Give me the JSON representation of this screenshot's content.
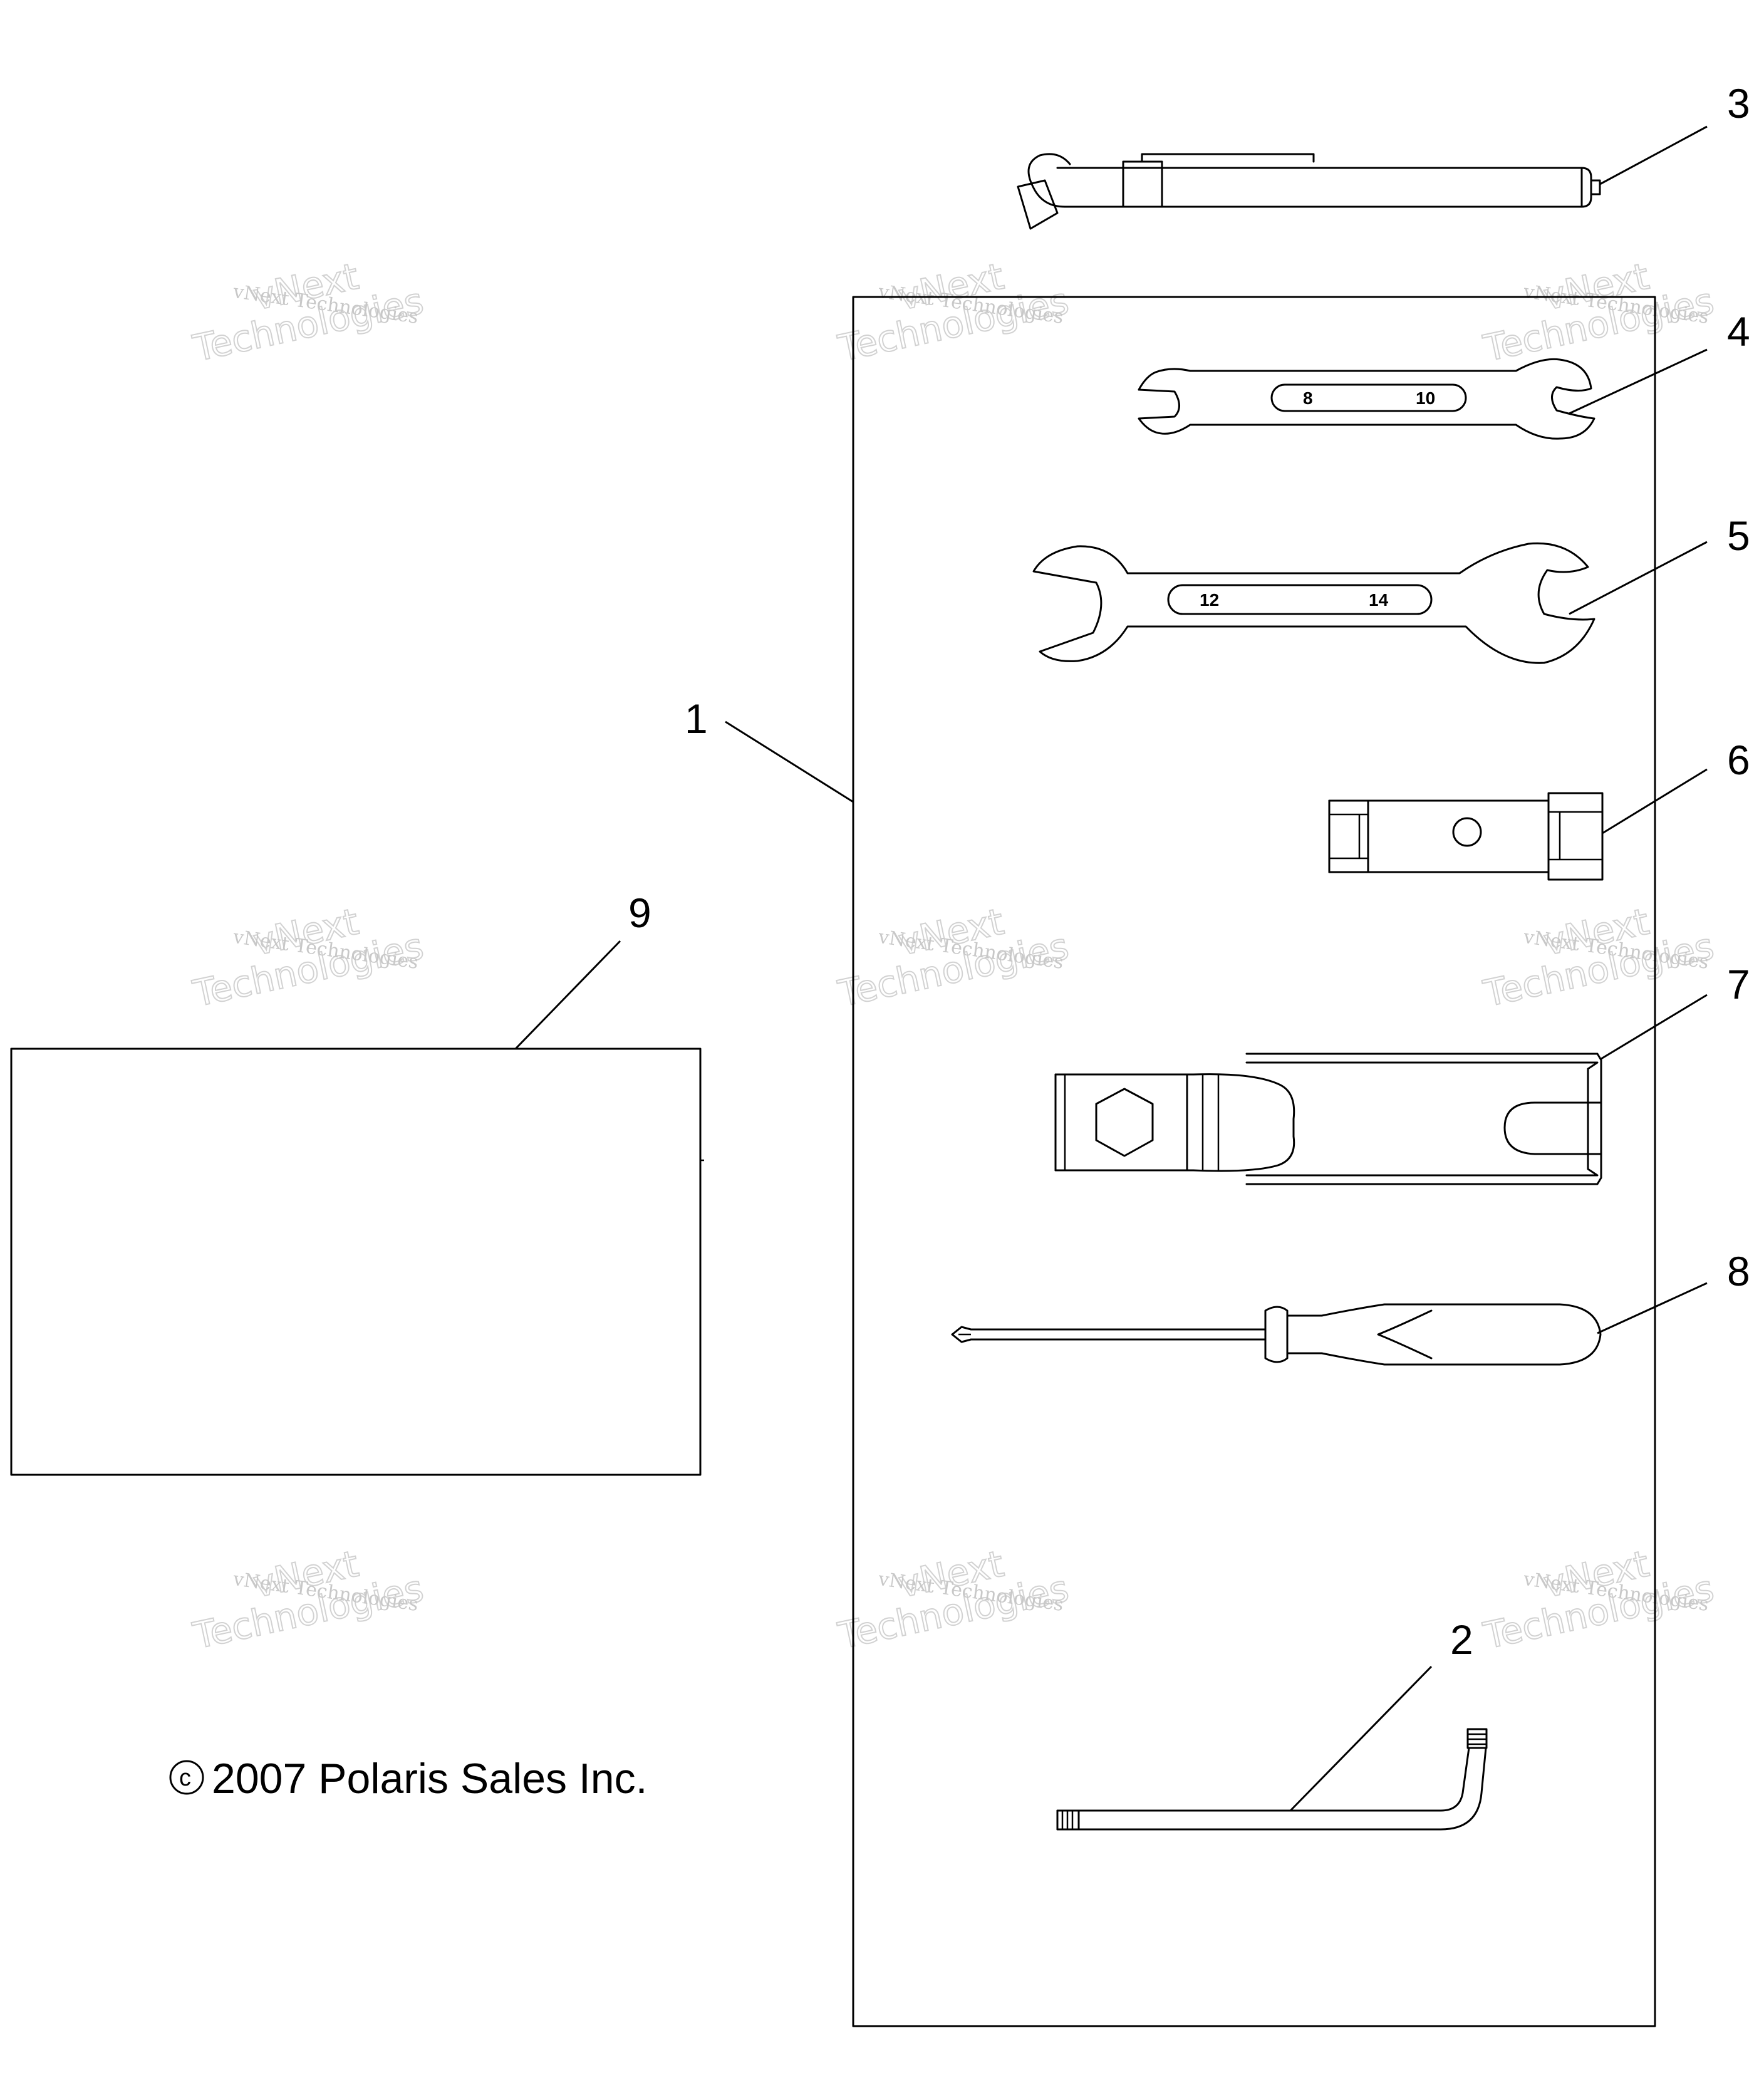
{
  "callouts": {
    "c1": "1",
    "c2": "2",
    "c3": "3",
    "c4": "4",
    "c5": "5",
    "c6": "6",
    "c7": "7",
    "c8": "8",
    "c9": "9"
  },
  "wrench_small": {
    "left_size": "8",
    "right_size": "10"
  },
  "wrench_large": {
    "left_size": "12",
    "right_size": "14"
  },
  "copyright": "2007 Polaris Sales Inc.",
  "copyright_symbol": "c",
  "watermark": {
    "line1": "vNext Technologies",
    "line2": "vNext",
    "line3": "Technologies"
  }
}
